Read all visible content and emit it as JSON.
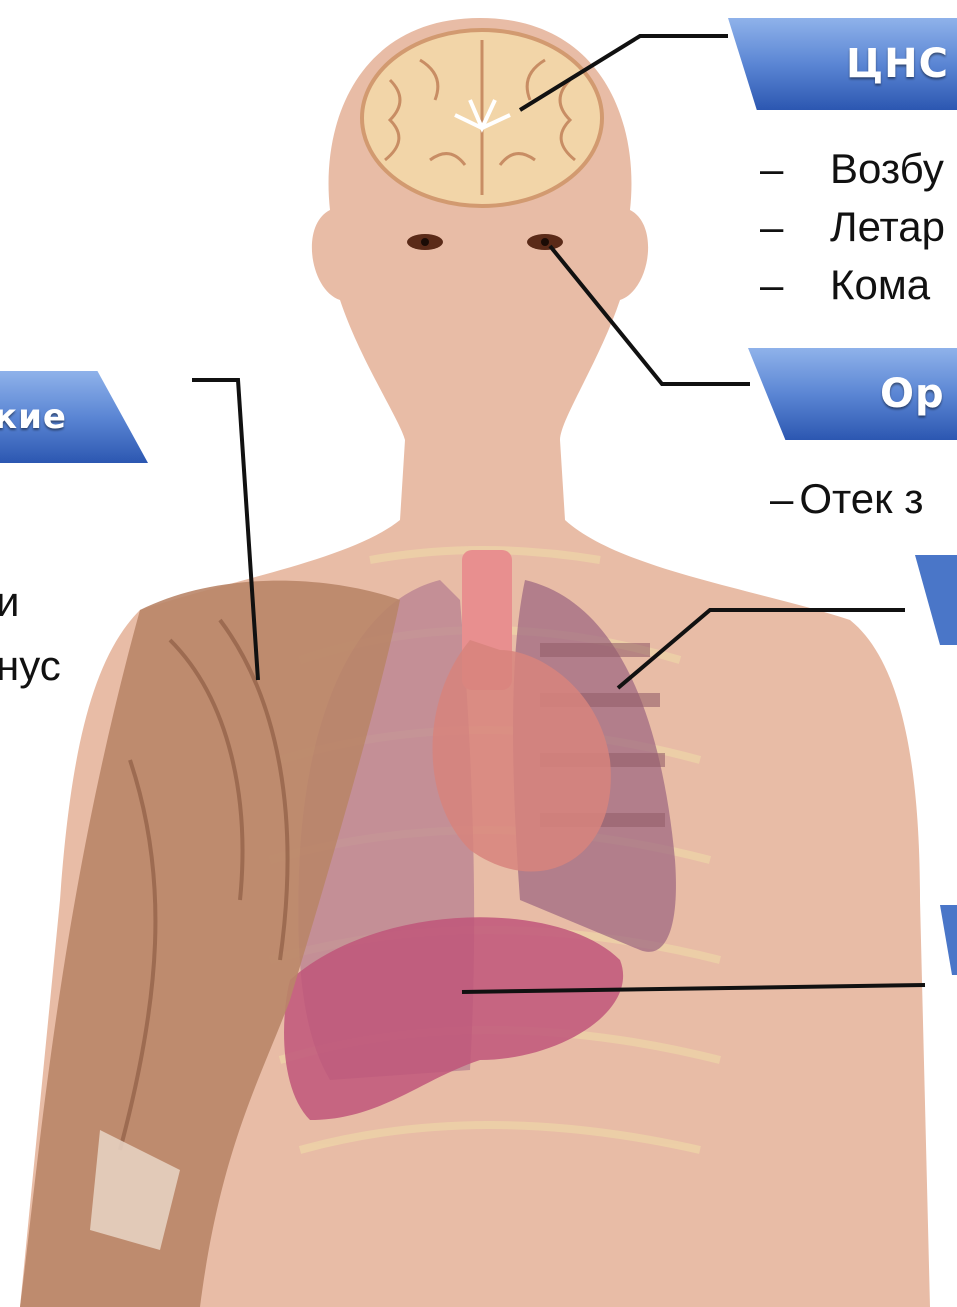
{
  "labels": {
    "cns": "ЦНС",
    "organs": "Ор",
    "muscles": "кие"
  },
  "cns_items": [
    "Возбу",
    "Летар",
    "Кома"
  ],
  "organ_items": [
    "Отек з"
  ],
  "muscle_items": [
    "и",
    "нус"
  ],
  "colors": {
    "skin": "#e8bca6",
    "banner": "#4a76c8",
    "muscle": "#b98568",
    "lung": "#b06a82",
    "leader_line": "#111111"
  }
}
